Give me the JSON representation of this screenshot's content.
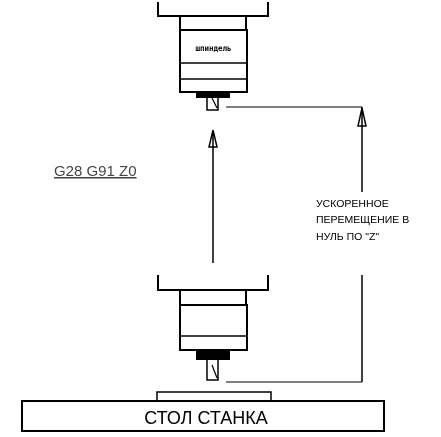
{
  "labels": {
    "spindle": "шпиндель",
    "command": "G28 G91 Z0",
    "note_line1": "УСКОРЕННОЕ",
    "note_line2": "ПЕРЕМЕЩЕНИЕ В",
    "note_line3": "НУЛЬ ПО \"Z\"",
    "table": "СТОЛ СТАНКА"
  },
  "colors": {
    "line": "#000000",
    "command_text": "#444444",
    "background": "#ffffff"
  }
}
